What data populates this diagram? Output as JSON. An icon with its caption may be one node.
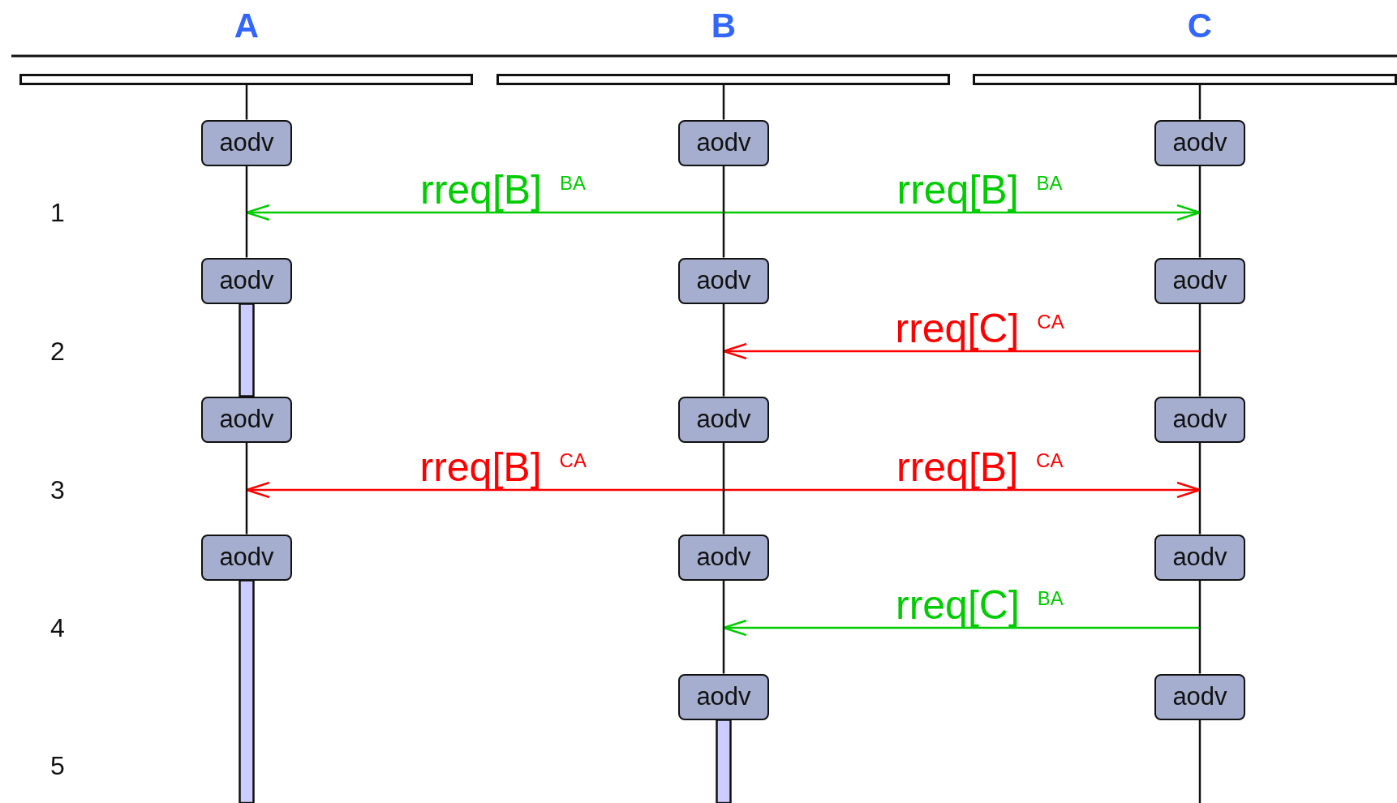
{
  "diagram": {
    "nodes": [
      {
        "text": [
          "A"
        ]
      },
      {
        "text": [
          "B"
        ]
      },
      {
        "text": [
          "C"
        ]
      },
      {
        "text": [
          "aodv"
        ]
      },
      {
        "text": [
          "aodv"
        ]
      },
      {
        "text": [
          "aodv"
        ]
      },
      {
        "text": [
          "aodv"
        ]
      },
      {
        "text": [
          "aodv"
        ]
      },
      {
        "text": [
          "aodv"
        ]
      },
      {
        "text": [
          "aodv"
        ]
      },
      {
        "text": [
          "aodv"
        ]
      },
      {
        "text": [
          "aodv"
        ]
      },
      {
        "text": [
          "aodv"
        ]
      },
      {
        "text": [
          "aodv"
        ]
      },
      {
        "text": [
          "aodv"
        ]
      },
      {
        "text": [
          "aodv"
        ]
      },
      {
        "text": [
          "aodv"
        ]
      }
    ],
    "edges": [
      {
        "from": 4,
        "to": 3,
        "arrow": "to",
        "label": "rreq[B]$^{BA}$",
        "color": "#00cc00"
      },
      {
        "from": 4,
        "to": 5,
        "arrow": "to",
        "label": "rreq[B]$^{BA}$",
        "color": "#00cc00"
      },
      {
        "from": 8,
        "to": 7,
        "arrow": "to",
        "label": "rreq[C]$^{CA}$",
        "color": "#ff0000"
      },
      {
        "from": null,
        "to": 9,
        "arrow": "to",
        "label": "rreq[B]$^{CA}$",
        "color": "#ff0000"
      },
      {
        "from": null,
        "to": 11,
        "arrow": "to",
        "label": "rreq[B]$^{CA}$",
        "color": "#ff0000"
      },
      {
        "from": 14,
        "to": 13,
        "arrow": "to",
        "label": "rreq[C]$^{BA}$",
        "color": "#00cc00"
      },
      {
        "from": 0,
        "to": 3,
        "arrow": "none"
      },
      {
        "from": 3,
        "to": 6,
        "arrow": "none"
      },
      {
        "from": 6,
        "to": 9,
        "arrow": "none",
        "style": "thick",
        "color": "#ccccff"
      },
      {
        "from": 9,
        "to": 12,
        "arrow": "none"
      },
      {
        "from": 12,
        "to": null,
        "arrow": "none",
        "style": "thick",
        "color": "#ccccff"
      },
      {
        "from": 1,
        "to": 4,
        "arrow": "none"
      },
      {
        "from": 4,
        "to": 7,
        "arrow": "none"
      },
      {
        "from": 7,
        "to": 10,
        "arrow": "none"
      },
      {
        "from": 10,
        "to": 13,
        "arrow": "none"
      },
      {
        "from": 13,
        "to": 15,
        "arrow": "none"
      },
      {
        "from": 15,
        "to": null,
        "arrow": "none",
        "style": "thick",
        "color": "#ccccff"
      },
      {
        "from": 2,
        "to": 5,
        "arrow": "none"
      },
      {
        "from": 5,
        "to": 8,
        "arrow": "none"
      },
      {
        "from": 8,
        "to": 11,
        "arrow": "none"
      },
      {
        "from": 11,
        "to": 14,
        "arrow": "none"
      },
      {
        "from": 14,
        "to": 16,
        "arrow": "none"
      },
      {
        "from": 16,
        "to": null,
        "arrow": "none"
      }
    ],
    "labels": [
      "1",
      "2",
      "3",
      "4",
      "5"
    ]
  }
}
